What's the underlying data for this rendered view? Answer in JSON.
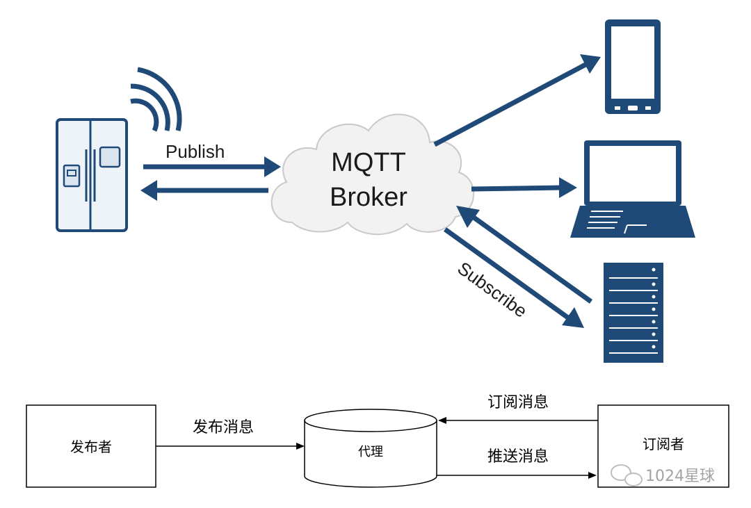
{
  "top_diagram": {
    "broker_line1": "MQTT",
    "broker_line2": "Broker",
    "publish_label": "Publish",
    "subscribe_label": "Subscribe",
    "devices": {
      "publisher": "refrigerator-icon",
      "subscribers": [
        "smartphone-icon",
        "laptop-icon",
        "server-rack-icon"
      ]
    },
    "colors": {
      "primary": "#1f4a77",
      "cloud_fill": "#f2f2f2",
      "cloud_stroke": "#c9c9c9"
    }
  },
  "bottom_diagram": {
    "publisher_box": "发布者",
    "broker_box": "代理",
    "subscriber_box": "订阅者",
    "publish_message": "发布消息",
    "subscribe_message": "订阅消息",
    "push_message": "推送消息"
  },
  "watermark": {
    "text": "1024星球",
    "icon": "wechat-icon"
  }
}
